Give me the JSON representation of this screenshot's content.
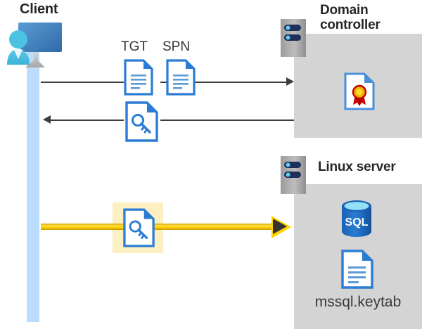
{
  "diagram": {
    "type": "kerberos-authentication-flow",
    "background": "#ffffff",
    "panel_color": "#d4d4d4",
    "accent_yellow": "#ffd400",
    "accent_blue": "#2a7cd4",
    "lifeline_color": "#bcdcfb"
  },
  "client": {
    "title": "Client",
    "icon_name": "client-workstation-icon"
  },
  "domain_controller": {
    "title": "Domain\ncontroller",
    "rack_icon": "server-rack-icon",
    "certificate_icon": "certificate-document-icon"
  },
  "linux_server": {
    "title": "Linux server",
    "rack_icon": "server-rack-icon",
    "database_icon": "sql-database-icon",
    "database_label": "SQL",
    "keytab_icon": "text-document-icon",
    "keytab_label": "mssql.keytab"
  },
  "flows": {
    "request": {
      "direction": "client-to-domain-controller",
      "labels": [
        "TGT",
        "SPN"
      ],
      "doc_icons": [
        "tgt-document-icon",
        "spn-document-icon"
      ],
      "color": "#3d3d3d"
    },
    "response": {
      "direction": "domain-controller-to-client",
      "doc_icon": "key-document-icon",
      "color": "#3d3d3d"
    },
    "service_ticket": {
      "direction": "client-to-linux-server",
      "doc_icon": "key-document-icon",
      "highlight_color": "#fcefc2",
      "color": "#ffd400"
    }
  }
}
